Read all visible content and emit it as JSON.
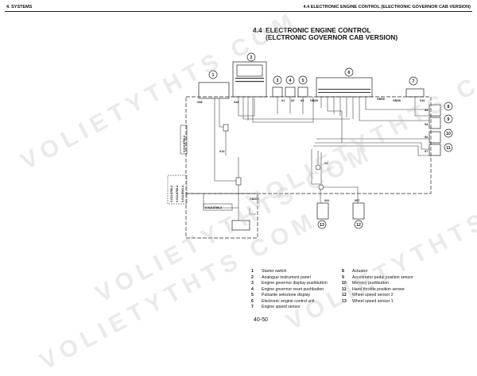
{
  "header": {
    "left": "4. SYSTEMS",
    "right": "4.4 ELECTRONIC ENGINE CONTROL (ELECTRONIC GOVERNOR CAB VERSION)"
  },
  "title": {
    "number": "4.4",
    "line1": "ELECTRONIC ENGINE CONTROL",
    "line2": "(ELCTRONIC GOVERNOR CAB VERSION)"
  },
  "diagram": {
    "callouts_top": [
      "1",
      "2",
      "3",
      "4",
      "5",
      "6",
      "7"
    ],
    "callouts_right": [
      "8",
      "9",
      "10",
      "11"
    ],
    "callouts_bottom": [
      "13",
      "12"
    ],
    "connectors": {
      "x58": "X58",
      "x28": "X28",
      "x1": "X1",
      "x2": "X2",
      "x3": "X3",
      "gnd6a": "GND6",
      "gnd6b": "GND6",
      "gnd6c": "GND6",
      "x10": "X10",
      "x13": "X13",
      "x41": "X41",
      "x67": "X67",
      "s3": "S3",
      "s4": "S4",
      "s6": "S6",
      "s7": "S7",
      "g2": "G2",
      "gnd50": "GND50"
    },
    "ref_codes_vertical_left": [
      "0.013.8786.4",
      "0.013.8785.4",
      "0.013.8061.4"
    ],
    "ref_code_mid": "0.013.8786.3",
    "ref_code_vertical_upper": "0.013.8786.4"
  },
  "legend": {
    "left": [
      {
        "num": "1",
        "text": "Starter switch"
      },
      {
        "num": "2",
        "text": "Analogue instrument panel"
      },
      {
        "num": "3",
        "text": "Engine governor display pushbutton"
      },
      {
        "num": "4",
        "text": "Engine governor reset pushbutton"
      },
      {
        "num": "5",
        "text": "Pulsante selezione display"
      },
      {
        "num": "6",
        "text": "Electronic engine control unit"
      },
      {
        "num": "7",
        "text": "Engine speed sensor"
      }
    ],
    "right": [
      {
        "num": "8",
        "text": "Actuator"
      },
      {
        "num": "9",
        "text": "Accelerator pedal position sensor"
      },
      {
        "num": "10",
        "text": "Memory pushbutton"
      },
      {
        "num": "11",
        "text": "Hand throttle position sensor"
      },
      {
        "num": "12",
        "text": "Wheel speed sensor 2"
      },
      {
        "num": "13",
        "text": "Wheel speed sensor 1"
      }
    ]
  },
  "footer": {
    "page": "40-50"
  },
  "watermarks": [
    "VOLIETYTHTS COM",
    "VOLIETYTHTS COM",
    "VOLIETYTHTS COM",
    "VOLIETYTHTS COM",
    "VOLIETYTHTS COM"
  ]
}
